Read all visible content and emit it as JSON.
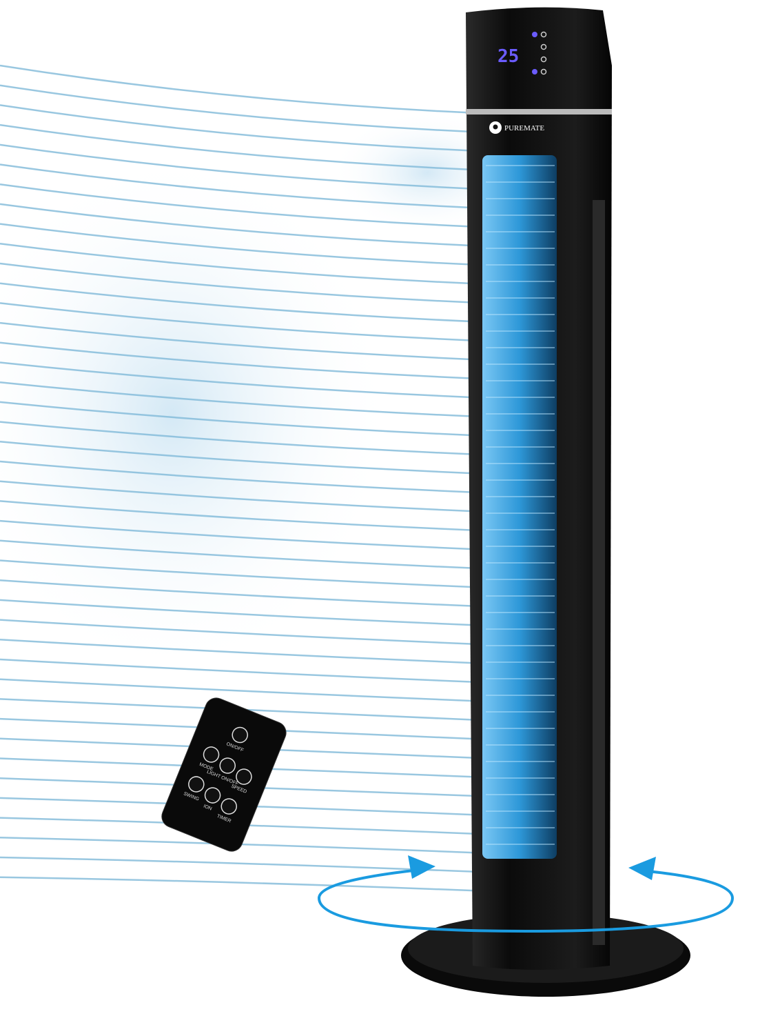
{
  "product": {
    "brand": "PUREMATE",
    "display_value": "25",
    "remote_buttons": [
      {
        "label": "ON/OFF",
        "icon": "power-icon"
      },
      {
        "label": "MODE",
        "icon": "wave-icon"
      },
      {
        "label": "LIGHT ON/OFF",
        "icon": "sun-icon"
      },
      {
        "label": "SPEED",
        "icon": "fan-icon"
      },
      {
        "label": "SWING",
        "icon": "swing-icon"
      },
      {
        "label": "ION",
        "icon": "ion-icon"
      },
      {
        "label": "TIMER",
        "icon": "timer-icon"
      }
    ]
  },
  "colors": {
    "airflow": "#7fb9d8",
    "glow": "#3fa8e6",
    "body": "#111111",
    "arrow": "#1a9be0",
    "display": "#6b5cff"
  }
}
